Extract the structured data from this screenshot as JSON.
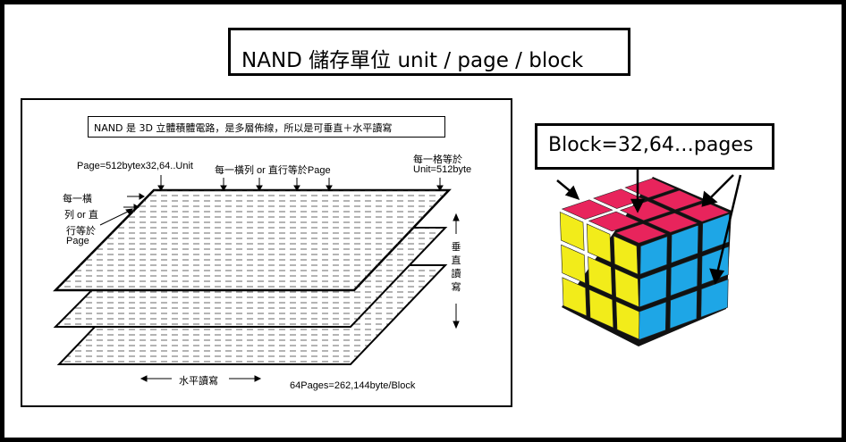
{
  "title": "NAND 儲存單位   unit / page / block",
  "diagram": {
    "caption": "NAND 是 3D 立體積體電路，是多層佈線，所以是可垂直＋水平讀寫",
    "page_size_label": "Page=512bytex32,64..Unit",
    "row_or_col_label": "每一橫列 or 直行等於Page",
    "unit_label_line1": "每一格等於",
    "unit_label_line2": "Unit=512byte",
    "left_label_line1": "每一橫",
    "left_label_line2": "列 or 直",
    "left_label_line3": "行等於",
    "left_label_line4": "Page",
    "vertical_rw": [
      "垂",
      "直",
      "讀",
      "寫"
    ],
    "horizontal_rw": "水平讀寫",
    "block_size_label": "64Pages=262,144byte/Block"
  },
  "cube": {
    "label": "Block=32,64…pages",
    "colors": {
      "red": "#e8245c",
      "yellow": "#f2ec1a",
      "blue": "#1ea6e6",
      "edge": "#111111"
    }
  }
}
